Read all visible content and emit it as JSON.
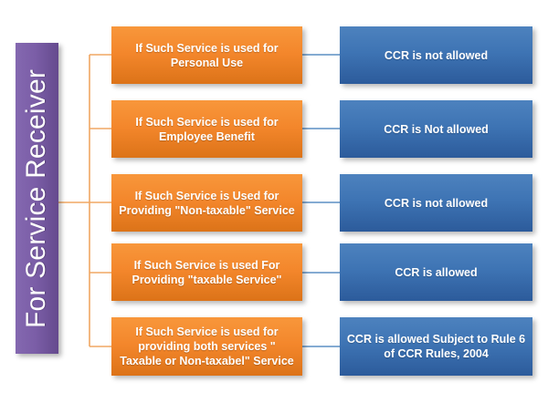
{
  "diagram": {
    "title": "For Service Receiver",
    "type": "flowchart",
    "banner": {
      "label": "For Service Receiver",
      "color": "#7B5EA7",
      "orientation": "vertical"
    },
    "colors": {
      "banner_purple": "#7B5EA7",
      "condition_orange": "#F3862B",
      "result_blue": "#3E74B4",
      "orange_connector": "#F0A763",
      "blue_connector": "#5B8FC4",
      "text": "#FFFFFF"
    },
    "rows": [
      {
        "condition": "If Such Service is used for Personal Use",
        "condition_line_1": "If Such Service is used for",
        "condition_line_2": "Personal Use",
        "result": "CCR is not allowed",
        "result_line_1": "CCR is not allowed",
        "result_line_2": ""
      },
      {
        "condition": "If Such Service is used for Employee Benefit",
        "condition_line_1": "If Such Service is used for",
        "condition_line_2": "Employee Benefit",
        "result": "CCR is Not allowed",
        "result_line_1": "CCR is Not allowed",
        "result_line_2": ""
      },
      {
        "condition": "If Such Service is Used for Providing \"Non-taxable\" Service",
        "condition_line_1": "If Such Service is Used for",
        "condition_line_2": "Providing \"Non-taxable\" Service",
        "result": "CCR is not allowed",
        "result_line_1": "CCR is not allowed",
        "result_line_2": ""
      },
      {
        "condition": "If Such Service is used For Providing \"taxable Service\"",
        "condition_line_1": "If Such Service is used For",
        "condition_line_2": "Providing \"taxable Service\"",
        "result": "CCR is allowed",
        "result_line_1": "CCR is allowed",
        "result_line_2": ""
      },
      {
        "condition": "If Such Service is used for providing both services \" Taxable or Non-taxabel\" Service",
        "condition_line_1": "If Such Service is used for",
        "condition_line_2": "providing both services \"",
        "condition_line_3": "Taxable or Non-taxabel\" Service",
        "result": "CCR is allowed Subject to Rule 6 of CCR Rules, 2004",
        "result_line_1": "CCR is allowed Subject to Rule 6",
        "result_line_2": "of CCR Rules, 2004"
      }
    ]
  }
}
